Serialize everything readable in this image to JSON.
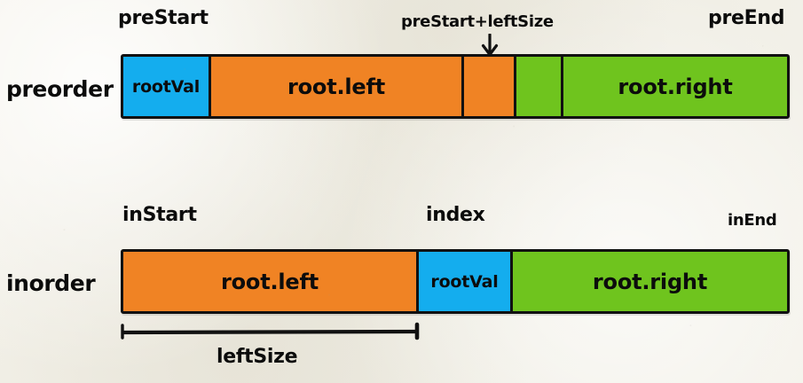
{
  "meta": {
    "title": "preorder / inorder array partition diagram",
    "background_color": "#F1EFE6"
  },
  "colors": {
    "blue": "#14ADEE",
    "orange": "#F08324",
    "green": "#6FC41E",
    "outline": "#111111",
    "text": "#0B0B0B"
  },
  "rows": {
    "preorder": {
      "row_label": "preorder",
      "labels": {
        "start": "preStart",
        "mid": "preStart+leftSize",
        "end": "preEnd"
      },
      "segments": [
        {
          "text": "rootVal",
          "color": "blue",
          "size": "sm"
        },
        {
          "text": "root.left",
          "color": "orange",
          "size": "lg"
        },
        {
          "text": "",
          "color": "orange",
          "size": "lg"
        },
        {
          "text": "",
          "color": "green",
          "size": "lg"
        },
        {
          "text": "root.right",
          "color": "green",
          "size": "lg"
        }
      ]
    },
    "inorder": {
      "row_label": "inorder",
      "labels": {
        "start": "inStart",
        "mid": "index",
        "end": "inEnd"
      },
      "bracket_label": "leftSize",
      "segments": [
        {
          "text": "root.left",
          "color": "orange",
          "size": "lg"
        },
        {
          "text": "rootVal",
          "color": "blue",
          "size": "sm"
        },
        {
          "text": "root.right",
          "color": "green",
          "size": "lg"
        }
      ]
    }
  },
  "icons": {
    "down_arrow": "down-arrow-icon",
    "bracket": "measure-bracket-icon"
  }
}
